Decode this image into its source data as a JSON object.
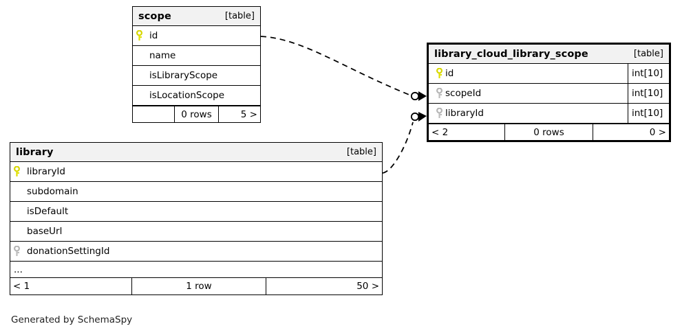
{
  "diagram": {
    "generator_note": "Generated by SchemaSpy",
    "kind_label": "[table]",
    "colors": {
      "primary_key": "#e8e800",
      "foreign_key": "#b0b0b0",
      "header_background": "#f2f2f2",
      "border": "#000000",
      "background": "#ffffff"
    }
  },
  "tables": [
    {
      "id": "scope",
      "name": "scope",
      "kind": "[table]",
      "focus": false,
      "columns": [
        {
          "name": "id",
          "key": "primary",
          "type": ""
        },
        {
          "name": "name",
          "key": "none",
          "type": ""
        },
        {
          "name": "isLibraryScope",
          "key": "none",
          "type": ""
        },
        {
          "name": "isLocationScope",
          "key": "none",
          "type": ""
        }
      ],
      "has_ellipsis": false,
      "footer": {
        "prev": "",
        "rows": "0 rows",
        "next": "5 >"
      }
    },
    {
      "id": "library_cloud_library_scope",
      "name": "library_cloud_library_scope",
      "kind": "[table]",
      "focus": true,
      "columns": [
        {
          "name": "id",
          "key": "primary",
          "type": "int[10]"
        },
        {
          "name": "scopeId",
          "key": "foreign",
          "type": "int[10]"
        },
        {
          "name": "libraryId",
          "key": "foreign",
          "type": "int[10]"
        }
      ],
      "has_ellipsis": false,
      "footer": {
        "prev": "< 2",
        "rows": "0 rows",
        "next": "0 >"
      }
    },
    {
      "id": "library",
      "name": "library",
      "kind": "[table]",
      "focus": false,
      "columns": [
        {
          "name": "libraryId",
          "key": "primary",
          "type": ""
        },
        {
          "name": "subdomain",
          "key": "none",
          "type": ""
        },
        {
          "name": "isDefault",
          "key": "none",
          "type": ""
        },
        {
          "name": "baseUrl",
          "key": "none",
          "type": ""
        },
        {
          "name": "donationSettingId",
          "key": "foreign",
          "type": ""
        }
      ],
      "has_ellipsis": true,
      "ellipsis_text": "...",
      "footer": {
        "prev": "< 1",
        "rows": "1 row",
        "next": "50 >"
      }
    }
  ],
  "relationships": [
    {
      "id": "scope-to-lcls",
      "from_table": "scope",
      "from_column": "id",
      "to_table": "library_cloud_library_scope",
      "to_column": "scopeId",
      "style": "dashed",
      "from_cardinality": "zero-or-one",
      "to_cardinality": "many"
    },
    {
      "id": "library-to-lcls",
      "from_table": "library",
      "from_column": "libraryId",
      "to_table": "library_cloud_library_scope",
      "to_column": "libraryId",
      "style": "dashed",
      "from_cardinality": "zero-or-one",
      "to_cardinality": "many"
    }
  ]
}
